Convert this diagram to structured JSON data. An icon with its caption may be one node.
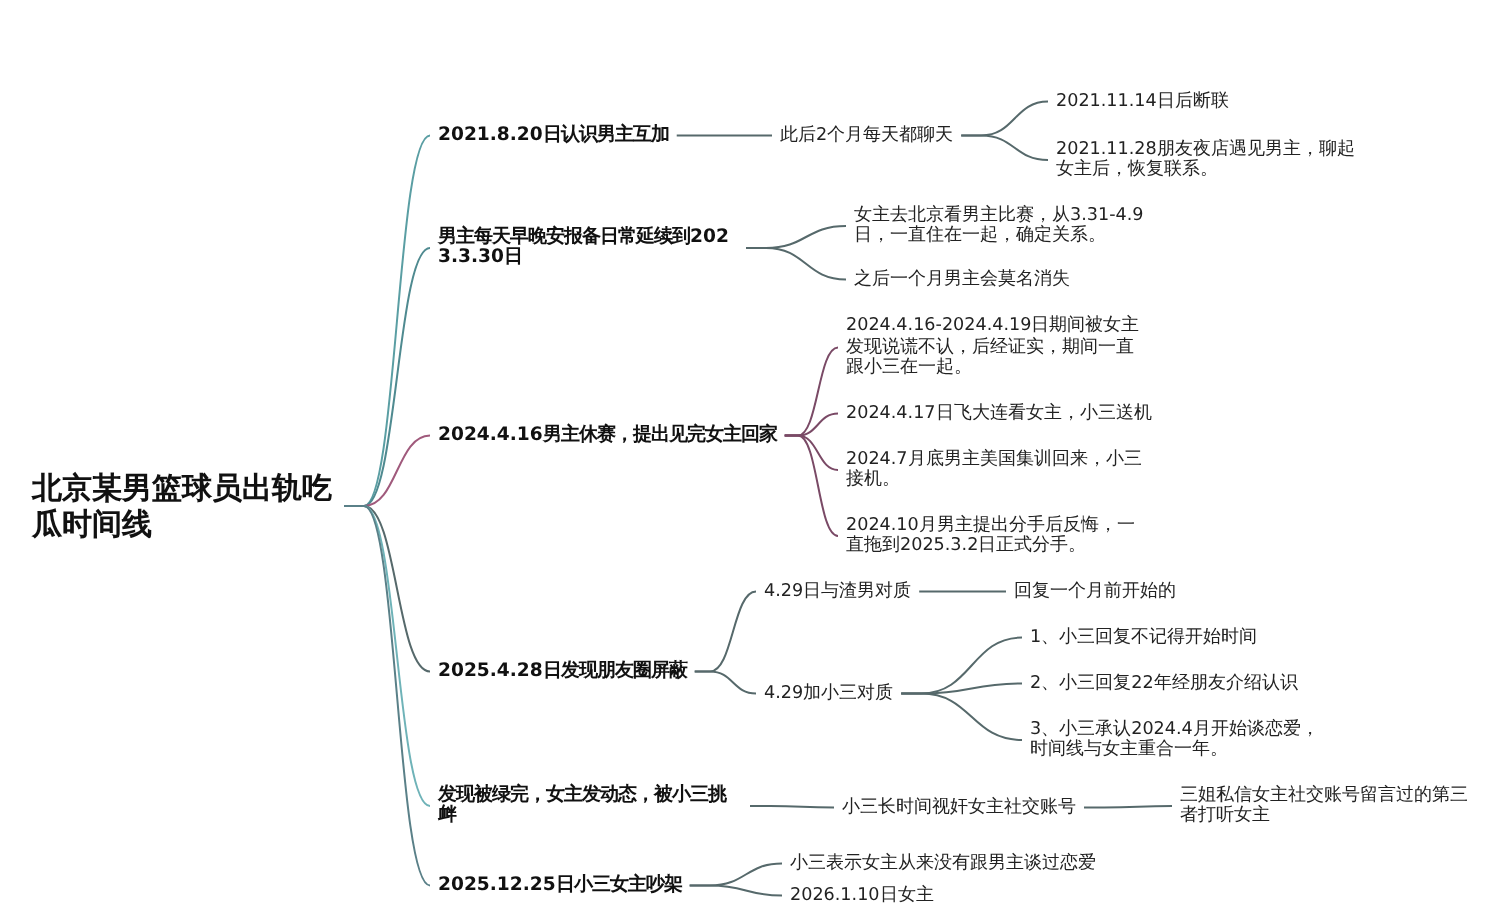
{
  "diagram": {
    "nodes": [
      {
        "text": [
          "北京某男篮球员出轨吃瓜时间线"
        ]
      },
      {
        "text": [
          "2021.8.20日认识男主互加"
        ]
      },
      {
        "text": [
          "此后2个月每天都聊天"
        ]
      },
      {
        "text": [
          "2021.11.14日后断联"
        ]
      },
      {
        "text": [
          "2021.11.28朋友夜店遇见男主，聊起女主后，恢复联系。"
        ]
      },
      {
        "text": [
          "男主每天早晚安报备日常延续到2023.3.30日"
        ]
      },
      {
        "text": [
          "女主去北京看男主比赛，从3.31-4.9日，一直住在一起，确定关系。"
        ]
      },
      {
        "text": [
          "之后一个月男主会莫名消失"
        ]
      },
      {
        "text": [
          "2024.4.16男主休赛，提出见完女主回家"
        ]
      },
      {
        "text": [
          "2024.4.16-2024.4.19日期间被女主发现说谎不认，后经证实，期间一直跟小三在一起。"
        ]
      },
      {
        "text": [
          "2024.4.17日飞大连看女主，小三送机"
        ]
      },
      {
        "text": [
          "2024.7月底男主美国集训回来，小三接机。"
        ]
      },
      {
        "text": [
          "2024.10月男主提出分手后反悔，一直拖到2025.3.2日正式分手。"
        ]
      },
      {
        "text": [
          "2025.4.28日发现朋友圈屏蔽"
        ]
      },
      {
        "text": [
          "4.29日与渣男对质"
        ]
      },
      {
        "text": [
          "回复一个月前开始的"
        ]
      },
      {
        "text": [
          "4.29加小三对质"
        ]
      },
      {
        "text": [
          "1、小三回复不记得开始时间"
        ]
      },
      {
        "text": [
          "2、小三回复22年经朋友介绍认识"
        ]
      },
      {
        "text": [
          "3、小三承认2024.4月开始谈恋爱，时间线与女主重合一年。"
        ]
      },
      {
        "text": [
          "发现被绿完，女主发动态，被小三挑衅"
        ]
      },
      {
        "text": [
          "小三长时间视奸女主社交账号"
        ]
      },
      {
        "text": [
          "三姐私信女主社交账号留言过的第三者打听女主"
        ]
      },
      {
        "text": [
          "2025.12.25日小三女主吵架"
        ]
      },
      {
        "text": [
          "小三表示女主从来没有跟男主谈过恋爱"
        ]
      },
      {
        "text": [
          "2026.1.10日女主"
        ]
      }
    ],
    "edges": [
      {
        "from": 0,
        "to": 1,
        "arrow": "none",
        "color": "#5a9ea3"
      },
      {
        "from": 0,
        "to": 5,
        "arrow": "none",
        "color": "#4f8a90"
      },
      {
        "from": 0,
        "to": 8,
        "arrow": "none",
        "color": "#a05a7c"
      },
      {
        "from": 0,
        "to": 13,
        "arrow": "none"
      },
      {
        "from": 0,
        "to": 20,
        "arrow": "none",
        "color": "#6fb3b8"
      },
      {
        "from": 0,
        "to": 23,
        "arrow": "none",
        "color": "#5a8088"
      },
      {
        "from": 1,
        "to": 2,
        "arrow": "none"
      },
      {
        "from": 2,
        "to": 3,
        "arrow": "none"
      },
      {
        "from": 2,
        "to": 4,
        "arrow": "none"
      },
      {
        "from": 5,
        "to": 6,
        "arrow": "none"
      },
      {
        "from": 5,
        "to": 7,
        "arrow": "none"
      },
      {
        "from": 8,
        "to": 9,
        "arrow": "none",
        "color": "#7a4a66"
      },
      {
        "from": 8,
        "to": 10,
        "arrow": "none",
        "color": "#7a4a66"
      },
      {
        "from": 8,
        "to": 11,
        "arrow": "none",
        "color": "#7a4a66"
      },
      {
        "from": 8,
        "to": 12,
        "arrow": "none",
        "color": "#7a4a66"
      },
      {
        "from": 13,
        "to": 14,
        "arrow": "none"
      },
      {
        "from": 13,
        "to": 16,
        "arrow": "none"
      },
      {
        "from": 14,
        "to": 15,
        "arrow": "none"
      },
      {
        "from": 16,
        "to": 17,
        "arrow": "none"
      },
      {
        "from": 16,
        "to": 18,
        "arrow": "none"
      },
      {
        "from": 16,
        "to": 19,
        "arrow": "none"
      },
      {
        "from": 20,
        "to": 21,
        "arrow": "none"
      },
      {
        "from": 21,
        "to": 22,
        "arrow": "none"
      },
      {
        "from": 23,
        "to": 24,
        "arrow": "none"
      },
      {
        "from": 23,
        "to": 25,
        "arrow": "none"
      }
    ]
  }
}
